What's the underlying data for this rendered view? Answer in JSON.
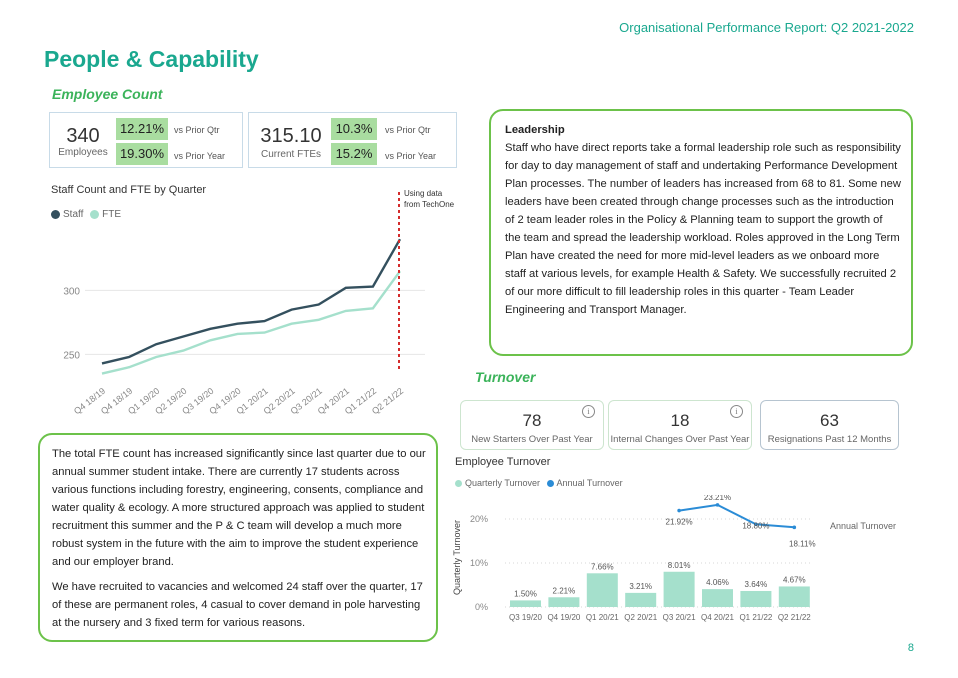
{
  "header": {
    "report_title": "Organisational Performance Report: Q2 2021-2022",
    "page_title": "People & Capability",
    "page_number": "8"
  },
  "employee_count": {
    "section_title": "Employee Count",
    "employees": {
      "value": "340",
      "label": "Employees",
      "pct_qtr": "12.21%",
      "vs_qtr": "vs Prior Qtr",
      "pct_year": "19.30%",
      "vs_year": "vs Prior Year"
    },
    "ftes": {
      "value": "315.10",
      "label": "Current FTEs",
      "pct_qtr": "10.3%",
      "vs_qtr": "vs Prior Qtr",
      "pct_year": "15.2%",
      "vs_year": "vs Prior Year"
    }
  },
  "leadership": {
    "heading": "Leadership",
    "body": "Staff who have direct reports take a formal leadership role such as responsibility for day to day management of staff and undertaking Performance Development Plan processes. The number of leaders has increased from 68 to 81. Some new leaders have been created through change processes such as the introduction of 2 team leader roles in the Policy & Planning team to support the growth of the team and spread the leadership workload. Roles approved in the Long Term Plan have created the need for more mid-level leaders as we onboard more staff at various levels, for example Health & Safety. We successfully recruited 2 of our more difficult to fill leadership roles in this quarter - Team Leader Engineering and Transport Manager."
  },
  "fte_text": {
    "para1": "The total FTE count has increased significantly since last quarter due to our annual summer student intake. There are currently 17 students across various functions including forestry, engineering, consents, compliance and water quality & ecology. A more structured approach was applied to student recruitment this summer and the P & C team will develop a much more robust system in the future with the aim to improve the student experience and our employer brand.",
    "para2": "We have recruited to vacancies and welcomed 24 staff over the quarter, 17 of these are permanent roles, 4 casual to cover demand in pole harvesting at the nursery and 3 fixed term for various reasons."
  },
  "turnover": {
    "section_title": "Turnover",
    "cards": [
      {
        "value": "78",
        "label": "New Starters Over Past Year",
        "info": "i"
      },
      {
        "value": "18",
        "label": "Internal Changes Over Past Year",
        "info": "i"
      },
      {
        "value": "63",
        "label": "Resignations Past 12 Months"
      }
    ]
  },
  "chart_data": [
    {
      "type": "line",
      "title": "Staff Count and FTE by Quarter",
      "categories": [
        "Q4 18/19",
        "Q4 18/19",
        "Q1 19/20",
        "Q2 19/20",
        "Q3 19/20",
        "Q4 19/20",
        "Q1 20/21",
        "Q2 20/21",
        "Q3 20/21",
        "Q4 20/21",
        "Q1 21/22",
        "Q2 21/22"
      ],
      "series": [
        {
          "name": "Staff",
          "values": [
            243,
            248,
            258,
            264,
            270,
            274,
            276,
            285,
            289,
            302,
            303,
            340
          ],
          "color": "#34505e"
        },
        {
          "name": "FTE",
          "values": [
            235,
            240,
            248,
            253,
            261,
            266,
            267,
            274,
            277,
            284,
            286,
            315
          ],
          "color": "#a5e0cc"
        }
      ],
      "yticks": [
        250,
        300
      ],
      "ylim": [
        230,
        355
      ],
      "annotation": {
        "text": [
          "Using data",
          "from TechOne"
        ],
        "color": "#d42c2c"
      },
      "legend_position": "top-left"
    },
    {
      "type": "bar",
      "title": "Employee Turnover",
      "categories": [
        "Q3 19/20",
        "Q4 19/20",
        "Q1 20/21",
        "Q2 20/21",
        "Q3 20/21",
        "Q4 20/21",
        "Q1 21/22",
        "Q2 21/22"
      ],
      "series": [
        {
          "name": "Quarterly Turnover",
          "values": [
            1.5,
            2.21,
            7.66,
            3.21,
            8.01,
            4.06,
            3.64,
            4.67
          ],
          "labels": [
            "1.50%",
            "2.21%",
            "7.66%",
            "3.21%",
            "8.01%",
            "4.06%",
            "3.64%",
            "4.67%"
          ],
          "color": "#a5e0cc"
        },
        {
          "name": "Annual Turnover",
          "points": [
            {
              "x": "Q3 20/21",
              "value": 21.92,
              "label": "21.92%"
            },
            {
              "x": "Q4 20/21",
              "value": 23.21,
              "label": "23.21%"
            },
            {
              "x": "Q1 21/22",
              "value": 18.8,
              "label": "18.80%"
            },
            {
              "x": "Q2 21/22",
              "value": 18.11,
              "label": "18.11%"
            }
          ],
          "color": "#2b8cd6"
        }
      ],
      "ylabel": "Quarterly Turnover",
      "yticks": [
        "0%",
        "10%",
        "20%"
      ],
      "ylim": [
        0,
        25
      ],
      "series_label": "Annual Turnover",
      "legend_position": "top-left"
    }
  ]
}
